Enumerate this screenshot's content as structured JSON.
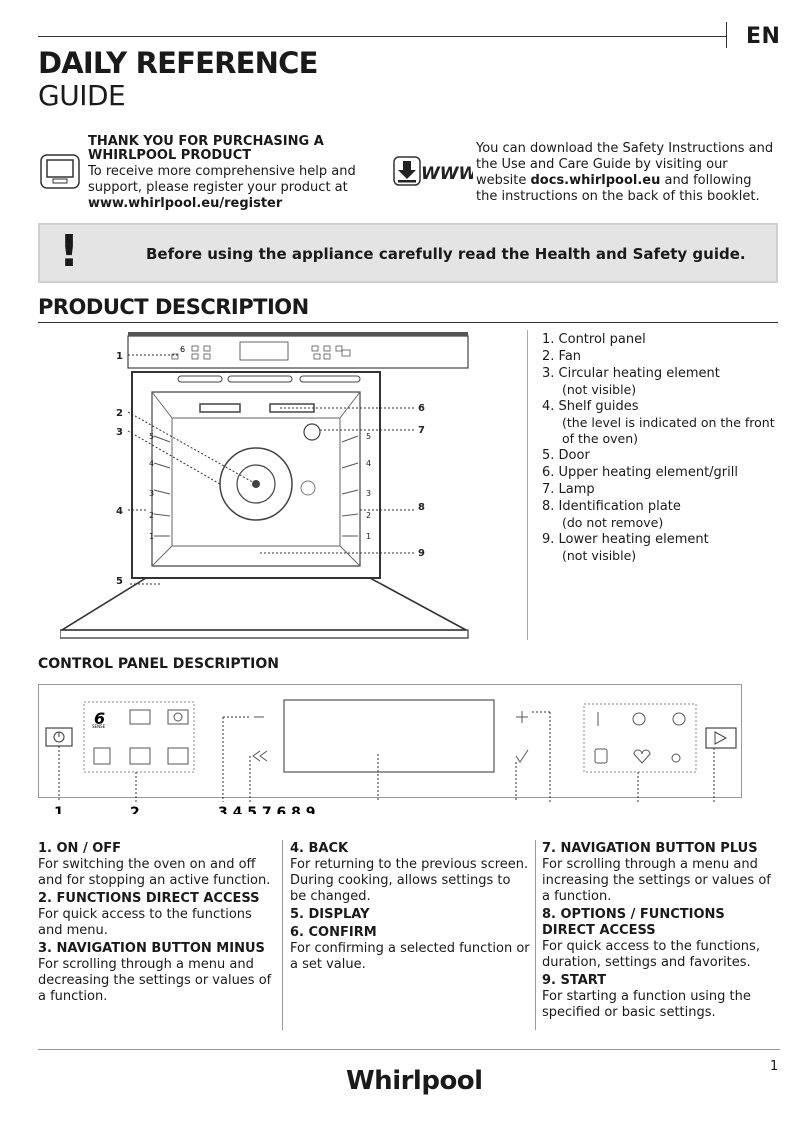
{
  "header": {
    "lang": "EN",
    "title_line1": "DAILY REFERENCE",
    "title_line2": "GUIDE"
  },
  "thanks": {
    "heading": "THANK YOU FOR PURCHASING A WHIRLPOOL PRODUCT",
    "body": "To receive more comprehensive help and support, please register your product at ",
    "link": "www.whirlpool.eu/register",
    "icon": "computer-icon"
  },
  "download": {
    "icon_label": "WWW",
    "body_pre": "You can download the Safety Instructions and the Use and Care Guide by visiting our website ",
    "link": "docs.whirlpool.eu",
    "body_post": " and following the instructions on the back of this booklet."
  },
  "warning": {
    "mark": "!",
    "text": "Before using the appliance carefully read the Health and Safety guide."
  },
  "product": {
    "heading": "PRODUCT DESCRIPTION",
    "callouts": [
      "1",
      "2",
      "3",
      "4",
      "5",
      "6",
      "7",
      "8",
      "9"
    ],
    "shelf_levels": [
      "1",
      "2",
      "3",
      "4",
      "5"
    ],
    "panel_mini": [
      "6",
      "0",
      "0"
    ],
    "parts": [
      {
        "label": "1. Control panel",
        "note": ""
      },
      {
        "label": "2. Fan",
        "note": ""
      },
      {
        "label": "3. Circular heating element",
        "note": "(not visible)"
      },
      {
        "label": "4. Shelf guides",
        "note": "(the level is indicated on the front of the oven)"
      },
      {
        "label": "5. Door",
        "note": ""
      },
      {
        "label": "6. Upper heating element/grill",
        "note": ""
      },
      {
        "label": "7. Lamp",
        "note": ""
      },
      {
        "label": "8. Identification plate",
        "note": "(do not remove)"
      },
      {
        "label": "9. Lower heating element",
        "note": "(not visible)"
      }
    ]
  },
  "control_panel": {
    "heading": "CONTROL PANEL DESCRIPTION",
    "numbers": {
      "n1": "1",
      "n2": "2",
      "n3": "3 4 5 7 6 8 9"
    },
    "sixth_sense": {
      "digit": "6",
      "word": "SENSE"
    },
    "items": [
      {
        "title": "1. ON / OFF",
        "text": "For switching the oven on and off and for stopping an active function."
      },
      {
        "title": "2. FUNCTIONS DIRECT ACCESS",
        "text": "For quick access to the functions and menu."
      },
      {
        "title": "3. NAVIGATION BUTTON MINUS",
        "text": "For scrolling through a menu and decreasing the settings or values of a function."
      },
      {
        "title": "4.  BACK",
        "text": "For returning to the previous screen. During cooking, allows settings to be changed."
      },
      {
        "title": "5.  DISPLAY",
        "text": ""
      },
      {
        "title": "6.  CONFIRM",
        "text": "For confirming a selected function or a set value."
      },
      {
        "title": "7. NAVIGATION BUTTON PLUS",
        "text": "For scrolling through a menu and increasing the settings or values of a function."
      },
      {
        "title": "8. OPTIONS / FUNCTIONS DIRECT ACCESS",
        "text": "For quick access to the functions, duration, settings and favorites."
      },
      {
        "title": "9. START",
        "text": "For starting a function using the specified or basic settings."
      }
    ]
  },
  "footer": {
    "page": "1",
    "brand": "Whirlpool"
  }
}
